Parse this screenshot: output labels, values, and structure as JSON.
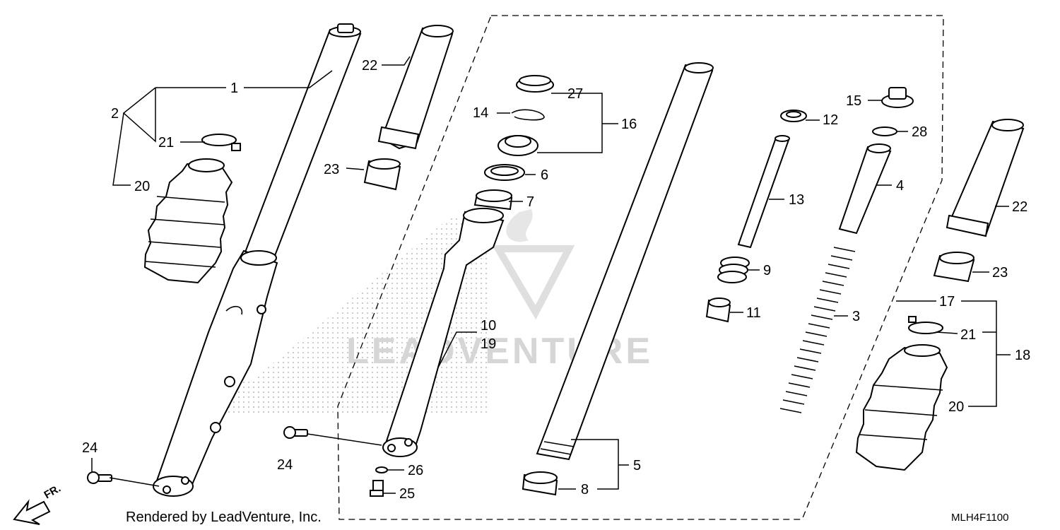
{
  "diagram": {
    "footer": {
      "credit": "Rendered by LeadVenture, Inc.",
      "diagram_code": "MLH4F1100"
    },
    "direction_indicator": {
      "label": "FR."
    },
    "watermark": {
      "text": "LEADVENTURE",
      "logo": "leadventure-logo",
      "background_logo": "honda-wing-dotted"
    },
    "callouts": {
      "c1": "1",
      "c2": "2",
      "c21a": "21",
      "c20a": "20",
      "c22a": "22",
      "c23a": "23",
      "c24a": "24",
      "c24b": "24",
      "c27": "27",
      "c14": "14",
      "c16": "16",
      "c6": "6",
      "c7": "7",
      "c10": "10",
      "c19": "19",
      "c26": "26",
      "c25": "25",
      "c5": "5",
      "c8": "8",
      "c12": "12",
      "c13": "13",
      "c9": "9",
      "c11": "11",
      "c15": "15",
      "c28": "28",
      "c4": "4",
      "c3": "3",
      "c22b": "22",
      "c23b": "23",
      "c17": "17",
      "c21b": "21",
      "c18": "18",
      "c20b": "20"
    }
  }
}
